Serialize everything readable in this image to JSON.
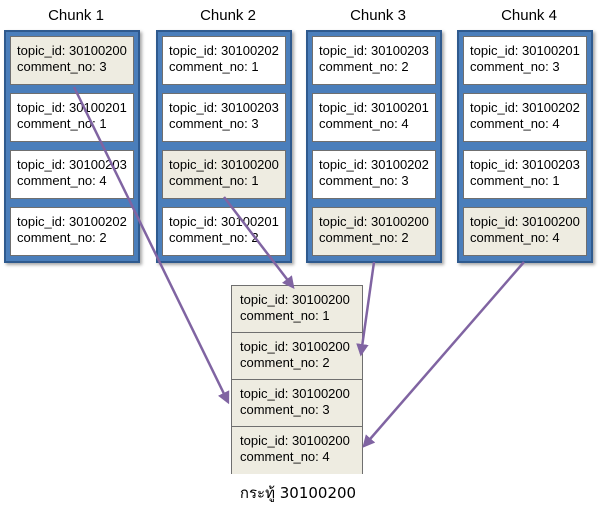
{
  "chunks": [
    {
      "title": "Chunk 1",
      "cards": [
        {
          "topic": "topic_id: 30100200",
          "comment": "comment_no: 3",
          "highlight": true
        },
        {
          "topic": "topic_id: 30100201",
          "comment": "comment_no: 1",
          "highlight": false
        },
        {
          "topic": "topic_id: 30100203",
          "comment": "comment_no: 4",
          "highlight": false
        },
        {
          "topic": "topic_id: 30100202",
          "comment": "comment_no: 2",
          "highlight": false
        }
      ]
    },
    {
      "title": "Chunk 2",
      "cards": [
        {
          "topic": "topic_id: 30100202",
          "comment": "comment_no: 1",
          "highlight": false
        },
        {
          "topic": "topic_id: 30100203",
          "comment": "comment_no: 3",
          "highlight": false
        },
        {
          "topic": "topic_id: 30100200",
          "comment": "comment_no: 1",
          "highlight": true
        },
        {
          "topic": "topic_id: 30100201",
          "comment": "comment_no: 2",
          "highlight": false
        }
      ]
    },
    {
      "title": "Chunk 3",
      "cards": [
        {
          "topic": "topic_id: 30100203",
          "comment": "comment_no: 2",
          "highlight": false
        },
        {
          "topic": "topic_id: 30100201",
          "comment": "comment_no: 4",
          "highlight": false
        },
        {
          "topic": "topic_id: 30100202",
          "comment": "comment_no: 3",
          "highlight": false
        },
        {
          "topic": "topic_id: 30100200",
          "comment": "comment_no: 2",
          "highlight": true
        }
      ]
    },
    {
      "title": "Chunk 4",
      "cards": [
        {
          "topic": "topic_id: 30100201",
          "comment": "comment_no: 3",
          "highlight": false
        },
        {
          "topic": "topic_id: 30100202",
          "comment": "comment_no: 4",
          "highlight": false
        },
        {
          "topic": "topic_id: 30100203",
          "comment": "comment_no: 1",
          "highlight": false
        },
        {
          "topic": "topic_id: 30100200",
          "comment": "comment_no: 4",
          "highlight": true
        }
      ]
    }
  ],
  "result": {
    "cards": [
      {
        "topic": "topic_id: 30100200",
        "comment": "comment_no: 1"
      },
      {
        "topic": "topic_id: 30100200",
        "comment": "comment_no: 2"
      },
      {
        "topic": "topic_id: 30100200",
        "comment": "comment_no: 3"
      },
      {
        "topic": "topic_id: 30100200",
        "comment": "comment_no: 4"
      }
    ],
    "caption": "กระทู้ 30100200"
  },
  "colors": {
    "chunk_fill": "#4a7ebb",
    "chunk_border": "#2f5a8e",
    "highlight_fill": "#eeece1",
    "card_fill": "#ffffff",
    "arrow": "#8064a2"
  }
}
